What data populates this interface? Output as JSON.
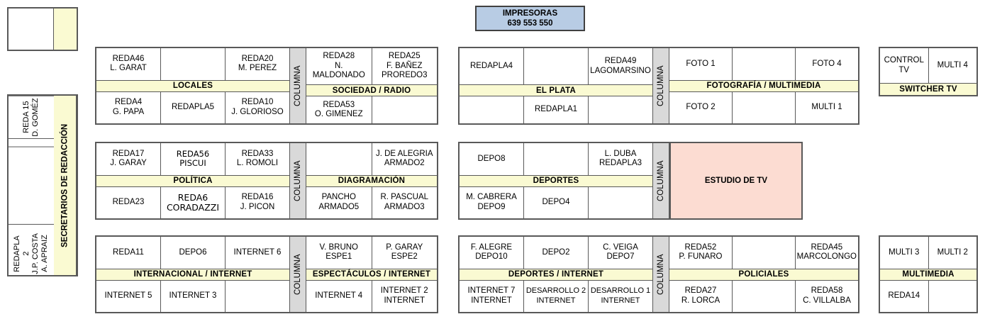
{
  "printers": {
    "title": "IMPRESORAS",
    "numbers": "639  553  550",
    "color": "#b8cce4"
  },
  "colors": {
    "band": "#fafad2",
    "columna": "#d9d9d9",
    "studio": "#fcdcd2",
    "border": "#595959"
  },
  "columna_label": "COLUMNA",
  "left_panel": {
    "band_label": "SECRETARIOS DE REDACCIÓN",
    "top_box": {
      "white": "",
      "yellow": ""
    },
    "cells": [
      "REDA 15\nD. GOMÉZ",
      "",
      "",
      "",
      "REDAPLA 2\nJ.P. COSTA\nA. APRAIZ"
    ]
  },
  "blocks": [
    {
      "name": "locales-sociedad-radio",
      "left": {
        "band": "LOCALES",
        "top": [
          "REDA46\nL. GARAT",
          "",
          "REDA20\nM. PEREZ"
        ],
        "bottom": [
          "REDA4\nG. PAPA",
          "REDAPLA5",
          "REDA10\nJ. GLORIOSO"
        ]
      },
      "right": {
        "band": "SOCIEDAD / RADIO",
        "top": [
          "REDA28\nN. MALDONADO",
          "REDA25\nF. BAÑEZ\nPROREDO3"
        ],
        "bottom": [
          "REDA53\nO. GIMENEZ",
          ""
        ]
      }
    },
    {
      "name": "el-plata-fotografia-multimedia",
      "left": {
        "band": "EL PLATA",
        "top": [
          "REDAPLA4",
          "",
          "REDA49\nLAGOMARSINO"
        ],
        "bottom": [
          "",
          "REDAPLA1",
          ""
        ]
      },
      "right": {
        "band": "FOTOGRAFÍA / MULTIMEDIA",
        "top": [
          "FOTO 1",
          "",
          "FOTO 4"
        ],
        "bottom": [
          "FOTO 2",
          "",
          "MULTI 1"
        ]
      }
    },
    {
      "name": "switcher-tv",
      "band": "SWITCHER TV",
      "top": [
        "CONTROL TV",
        "MULTI 4"
      ]
    },
    {
      "name": "politica-diagramacion",
      "left": {
        "band": "POLÍTICA",
        "top": [
          "REDA17\nJ. GARAY",
          "REDA56\nPISCUI",
          "REDA33\nL. ROMOLI"
        ],
        "bottom": [
          "REDA23",
          "REDA6\nCORADAZZI",
          "REDA16\nJ. PICON"
        ]
      },
      "right": {
        "band": "DIAGRAMACIÓN",
        "top": [
          "",
          "J. DE ALEGRIA\nARMADO2"
        ],
        "bottom": [
          "PANCHO\nARMADO5",
          "R. PASCUAL\nARMADO3"
        ]
      }
    },
    {
      "name": "deportes-estudio-tv",
      "left": {
        "band": "DEPORTES",
        "top": [
          "DEPO8",
          "",
          "L. DUBA\nREDAPLA3"
        ],
        "bottom": [
          "M. CABRERA\nDEPO9",
          "DEPO4",
          ""
        ]
      },
      "studio": "ESTUDIO DE TV"
    },
    {
      "name": "internacional-espectaculos",
      "left": {
        "band": "INTERNACIONAL / INTERNET",
        "top": [
          "REDA11",
          "DEPO6",
          "INTERNET 6"
        ],
        "bottom": [
          "INTERNET 5",
          "INTERNET 3",
          ""
        ]
      },
      "right": {
        "band": "ESPECTÁCULOS / INTERNET",
        "top": [
          "V. BRUNO\nESPE1",
          "P. GARAY\nESPE2"
        ],
        "bottom": [
          "INTERNET 4",
          "INTERNET 2\nINTERNET"
        ]
      }
    },
    {
      "name": "deportes-internet-policiales",
      "left": {
        "band": "DEPORTES / INTERNET",
        "top": [
          "F. ALEGRE\nDEPO10",
          "DEPO2",
          "C. VEIGA\nDEPO7"
        ],
        "bottom": [
          "INTERNET 7\nINTERNET",
          "DESARROLLO 2\nINTERNET",
          "DESARROLLO 1\nINTERNET"
        ]
      },
      "right": {
        "band": "POLICIALES",
        "top": [
          "REDA52\nP. FUNARO",
          "",
          "REDA45\nMARCOLONGO"
        ],
        "bottom": [
          "REDA27\nR. LORCA",
          "",
          "REDA58\nC. VILLALBA"
        ]
      }
    },
    {
      "name": "multimedia",
      "band": "MULTIMEDIA",
      "top": [
        "MULTI 3",
        "MULTI 2"
      ],
      "bottom": [
        "REDA14",
        ""
      ]
    }
  ]
}
